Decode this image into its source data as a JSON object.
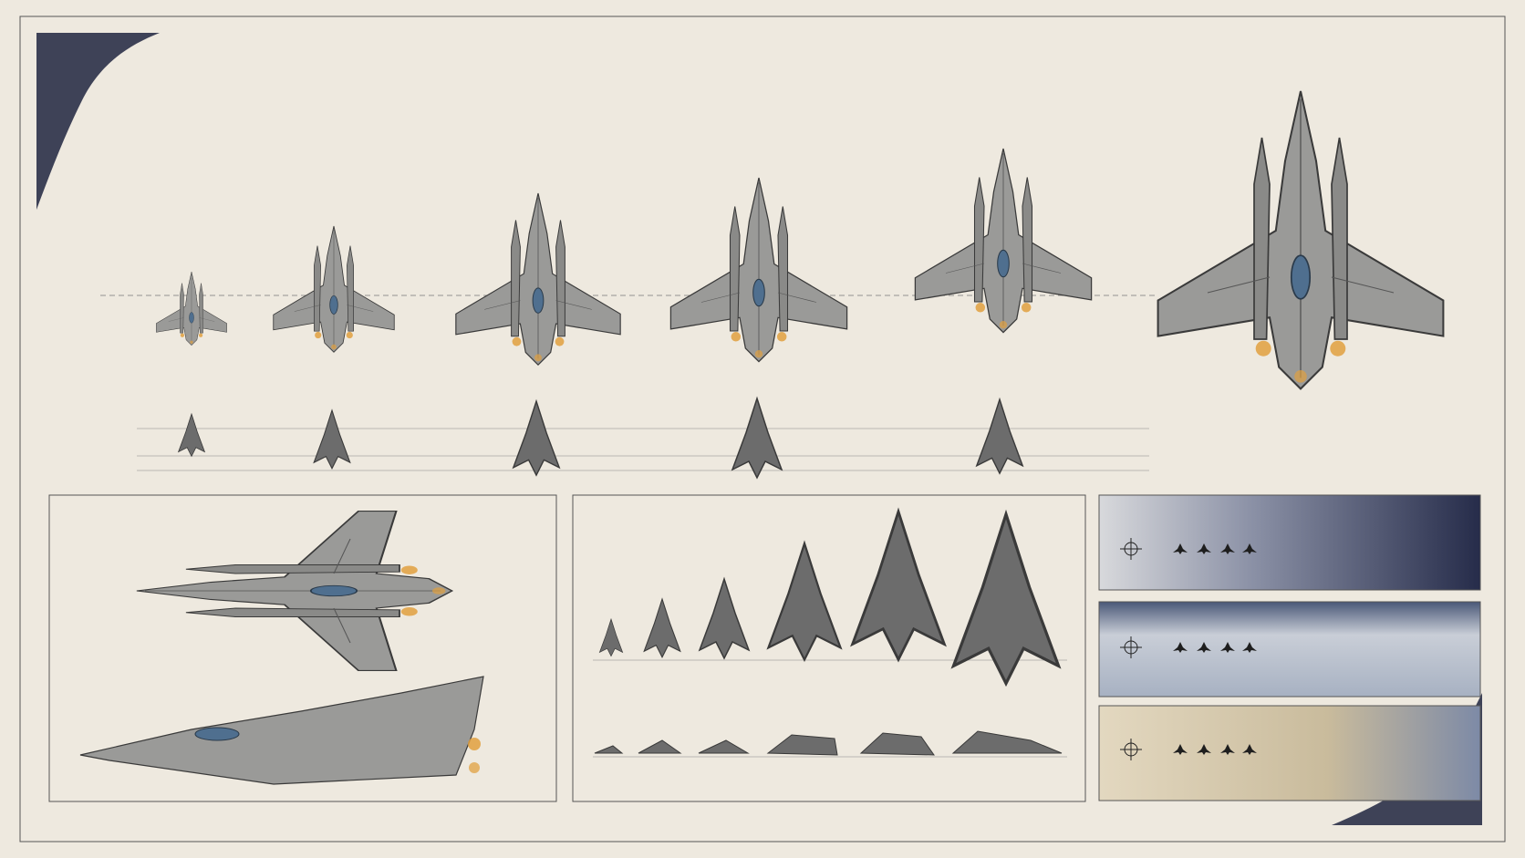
{
  "sheet": {
    "paper_color": "#eee9df",
    "ink_color": "#3a3a3a",
    "hull_color": "#9a9a98",
    "hull_dark_color": "#6c6c6c",
    "canopy_color": "#4f6f8f",
    "engine_glow_color": "#e0a040",
    "space_ink_color": "#1e2540"
  },
  "top_row": {
    "ship_count": 6,
    "icons": [
      "starfighter-icon",
      "interceptor-icon",
      "heavy-fighter-icon",
      "strike-craft-icon",
      "gunship-icon",
      "capital-ship-icon"
    ]
  },
  "bottom_panels": {
    "orthographic_views": [
      "top-view",
      "side-view"
    ],
    "silhouette_lineup_count": 6,
    "environment_strips": [
      "deep-space-strip",
      "planet-orbit-strip",
      "desert-planet-strip"
    ],
    "formation_icon_count": 4
  }
}
